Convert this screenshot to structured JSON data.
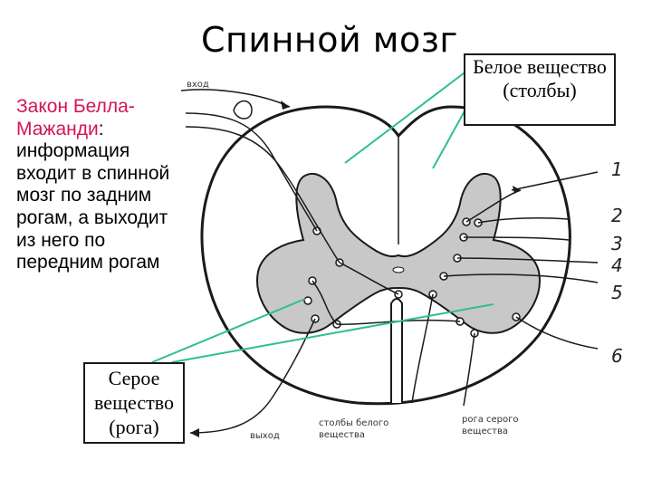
{
  "title": "Спинной мозг",
  "law": {
    "highlight": "Закон Белла-Мажанди",
    "colon": ":",
    "text": "информация входит в спинной мозг по задним рогам, а выходит из него по передним рогам"
  },
  "white_matter_box": "Белое вещество (столбы)",
  "gray_matter_box": "Серое вещество (рога)",
  "diagram": {
    "input_label": "вход",
    "output_label": "выход",
    "white_columns_label": [
      "столбы белого",
      "вещества"
    ],
    "gray_horns_label": [
      "рога серого",
      "вещества"
    ],
    "numbers": [
      "1",
      "2",
      "3",
      "4",
      "5",
      "6"
    ]
  },
  "colors": {
    "law_highlight": "#d4145a",
    "pointer_lines": "#2fbf8a",
    "gray_matter": "#c8c8c8",
    "outline": "#1a1a1a"
  }
}
